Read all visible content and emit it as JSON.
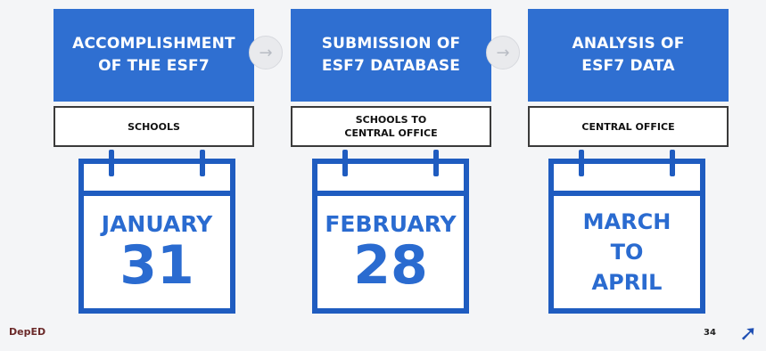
{
  "steps": [
    {
      "header": "ACCOMPLISHMENT\nOF THE ESF7",
      "label": "SCHOOLS",
      "sublabel": "",
      "month": "JANUARY",
      "day": "31"
    },
    {
      "header": "SUBMISSION OF\nESF7 DATABASE",
      "label": "SCHOOLS TO\nCENTRAL OFFICE",
      "sublabel": "",
      "month": "FEBRUARY",
      "day": "28"
    },
    {
      "header": "ANALYSIS OF\nESF7 DATA",
      "label": "CENTRAL OFFICE",
      "sublabel": "",
      "range": "MARCH\nTO\nAPRIL"
    }
  ],
  "connector_glyph": "→",
  "footer": {
    "logo": "DepED",
    "page_number": "34"
  },
  "colors": {
    "header_blue": "#2f6fd1",
    "calendar_blue": "#1f5cc0",
    "calendar_text": "#2a6bd0"
  }
}
